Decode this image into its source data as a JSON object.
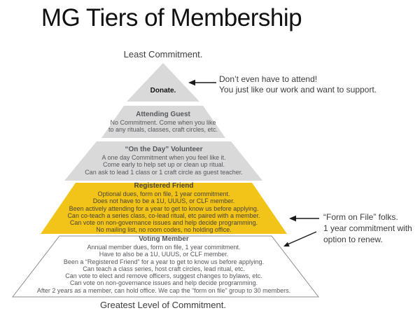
{
  "title": "MG Tiers of Membership",
  "labels": {
    "top": "Least Commitment.",
    "bottom": "Greatest Level of Commitment."
  },
  "tiers": [
    {
      "heading": "Donate.",
      "lines": []
    },
    {
      "heading": "Attending Guest",
      "lines": [
        "No Commitment. Come when you like",
        "to any rituals, classes, craft circles, etc."
      ]
    },
    {
      "heading": "“On the Day” Volunteer",
      "lines": [
        "A one day Commitment when you feel like it.",
        "Come early to help set up or clean up ritual.",
        "Can ask to lead 1 class or 1 craft circle as guest teacher."
      ]
    },
    {
      "heading": "Registered Friend",
      "lines": [
        "Optional dues, form on file, 1 year commitment.",
        "Does not have to be a 1U, UUUS, or CLF member.",
        "Been actively attending for a year to get to know us before applying.",
        "Can co-teach a series class, co-lead ritual, etc paired with a member.",
        "Can vote on non-governance issues and help decide programming.",
        "No mailing list, no room codes, no holding office."
      ]
    },
    {
      "heading": "Voting Member",
      "lines": [
        "Annual member dues, form on file, 1 year commitment.",
        "Have to also be a 1U, UUUS, or CLF member.",
        "Been a “Registered Friend” for a year to get to know us before applying.",
        "Can teach a class series, host craft circles, lead ritual, etc.",
        "Can vote to elect and remove officers, suggest changes to bylaws, etc.",
        "Can vote on non-governance issues and help decide programming.",
        "After 2 years as a member, can hold office. We cap the “form on file” group to 30 members."
      ]
    }
  ],
  "annotations": {
    "donate": {
      "lines": [
        "Don’t even have to attend!",
        "You just like our work and want to support."
      ]
    },
    "form_on_file": {
      "lines": [
        "“Form on File” folks.",
        "1 year commitment with",
        "option to renew."
      ]
    }
  },
  "colors": {
    "tier_gray": "#d9d9d9",
    "tier_yellow": "#f2c318",
    "tier_white": "#ffffff",
    "tier_outline": "#8c8c8c",
    "arrow": "#1a1a1a"
  }
}
